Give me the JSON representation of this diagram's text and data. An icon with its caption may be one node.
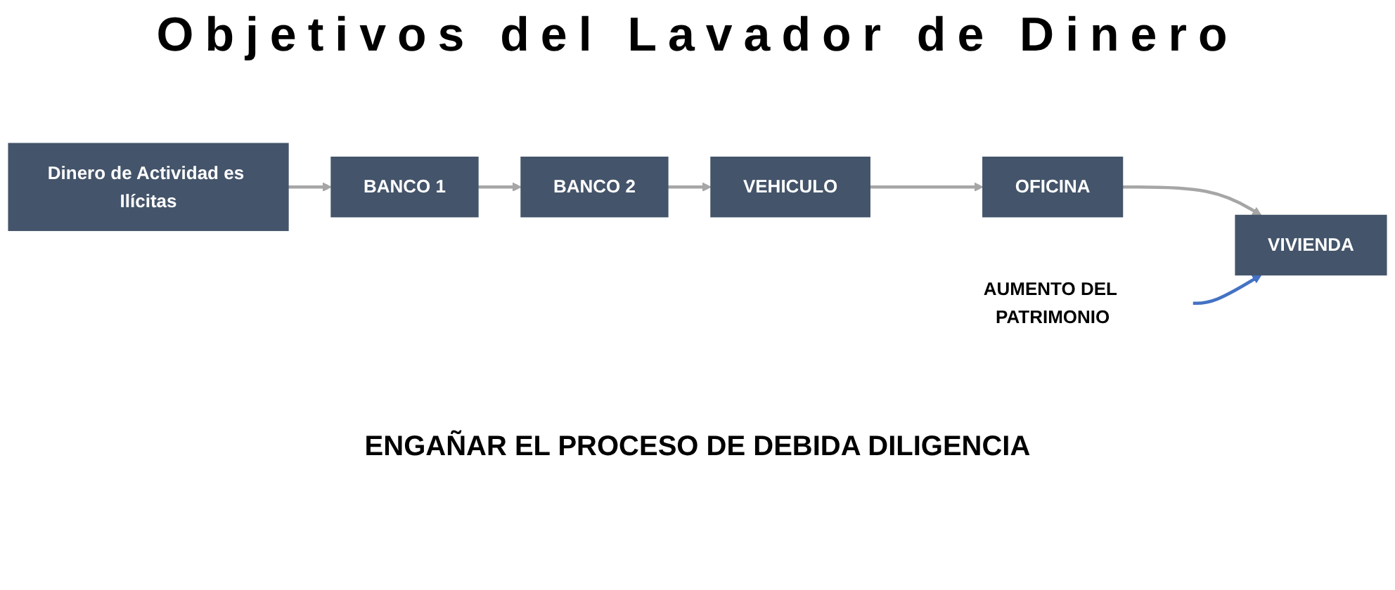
{
  "diagram": {
    "title": "Objetivos del Lavador de Dinero",
    "nodes": [
      {
        "text": [
          "Dinero de Actividad es Ilícitas"
        ]
      },
      {
        "text": [
          "BANCO 1"
        ]
      },
      {
        "text": [
          "BANCO 2"
        ]
      },
      {
        "text": [
          "VEHICULO"
        ]
      },
      {
        "text": [
          "OFICINA"
        ]
      },
      {
        "text": [
          "VIVIENDA"
        ]
      },
      {
        "text": [
          "AUMENTO DEL PATRIMONIO"
        ]
      }
    ],
    "edges": [
      {
        "from": 0,
        "to": 1,
        "arrow": "to"
      },
      {
        "from": 1,
        "to": 2,
        "arrow": "to"
      },
      {
        "from": 2,
        "to": 3,
        "arrow": "to"
      },
      {
        "from": 3,
        "to": 4,
        "arrow": "to"
      },
      {
        "from": 4,
        "to": 5,
        "arrow": "to"
      },
      {
        "from": 6,
        "to": 5,
        "arrow": "to",
        "color": "#4472c4"
      }
    ],
    "labels": [
      "ENGAÑAR EL PROCESO DE DEBIDA DILIGENCIA"
    ]
  }
}
